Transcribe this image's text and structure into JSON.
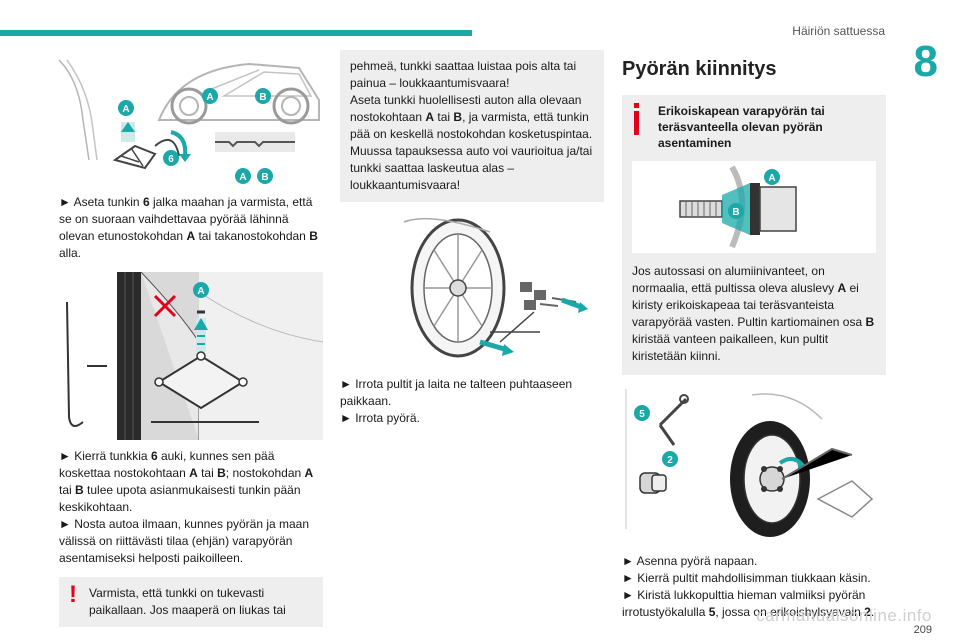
{
  "header": {
    "section_title": "Häiriön sattuessa",
    "chapter": "8",
    "page_number": "209",
    "watermark": "carmanualsonline.info"
  },
  "col1": {
    "step1": {
      "bullet": "►",
      "t1": " Aseta tunkin ",
      "b1": "6",
      "t2": " jalka maahan ja varmista, että se on suoraan vaihdettavaa pyörää lähinnä olevan etunostokohdan ",
      "b2": "A",
      "t3": " tai takanostokohdan ",
      "b3": "B",
      "t4": " alla."
    },
    "step2": {
      "bullet": "►",
      "t1": " Kierrä tunkkia ",
      "b1": "6",
      "t2": " auki, kunnes sen pää koskettaa nostokohtaan ",
      "b2": "A",
      "t3": " tai ",
      "b3": "B",
      "t4": "; nostokohdan ",
      "b4": "A",
      "t5": " tai ",
      "b5": "B",
      "t6": " tulee upota asianmukaisesti tunkin pään keskikohtaan."
    },
    "step3": {
      "bullet": "►",
      "text": " Nosta autoa ilmaan, kunnes pyörän ja maan välissä on riittävästi tilaa (ehjän) varapyörän asentamiseksi helposti paikoilleen."
    },
    "warning": {
      "mark": "!",
      "text": "Varmista, että tunkki on tukevasti paikallaan. Jos maaperä on liukas tai"
    },
    "labels": {
      "a": "A",
      "b": "B",
      "six": "6"
    }
  },
  "col2": {
    "warning_cont": {
      "t1": "pehmeä, tunkki saattaa luistaa pois alta tai painua – loukkaantumisvaara!",
      "t2": "Aseta tunkki huolellisesti auton alla olevaan nostokohtaan ",
      "b1": "A",
      "t3": " tai ",
      "b2": "B",
      "t4": ", ja varmista, että tunkin pää on keskellä nostokohdan kosketuspintaa. Muussa tapauksessa auto voi vaurioitua ja/tai tunkki saattaa laskeutua alas – loukkaantumisvaara!"
    },
    "step4": {
      "bullet": "►",
      "text": " Irrota pultit ja laita ne talteen puhtaaseen paikkaan."
    },
    "step5": {
      "bullet": "►",
      "text": " Irrota pyörä."
    }
  },
  "col3": {
    "heading": "Pyörän kiinnitys",
    "info": {
      "title": "Erikoiskapean varapyörän tai teräsvanteella olevan pyörän asentaminen",
      "t1": "Jos autossasi on alumiinivanteet, on normaalia, että pultissa oleva aluslevy ",
      "b1": "A",
      "t2": " ei kiristy erikoiskapeaa tai teräsvanteista varapyörää vasten. Pultin kartiomainen osa ",
      "b2": "B",
      "t3": " kiristää vanteen paikalleen, kun pultit kiristetään kiinni."
    },
    "labels": {
      "a": "A",
      "b": "B",
      "five": "5",
      "two": "2"
    },
    "step6": {
      "bullet": "►",
      "text": " Asenna pyörä napaan."
    },
    "step7": {
      "bullet": "►",
      "text": " Kierrä pultit mahdollisimman tiukkaan käsin."
    },
    "step8": {
      "bullet": "►",
      "t1": " Kiristä lukkopulttia hieman valmiiksi pyörän irrotustyökalulla ",
      "b1": "5",
      "t2": ", jossa on erikoishylsyavain ",
      "b2": "2",
      "t3": "."
    }
  }
}
